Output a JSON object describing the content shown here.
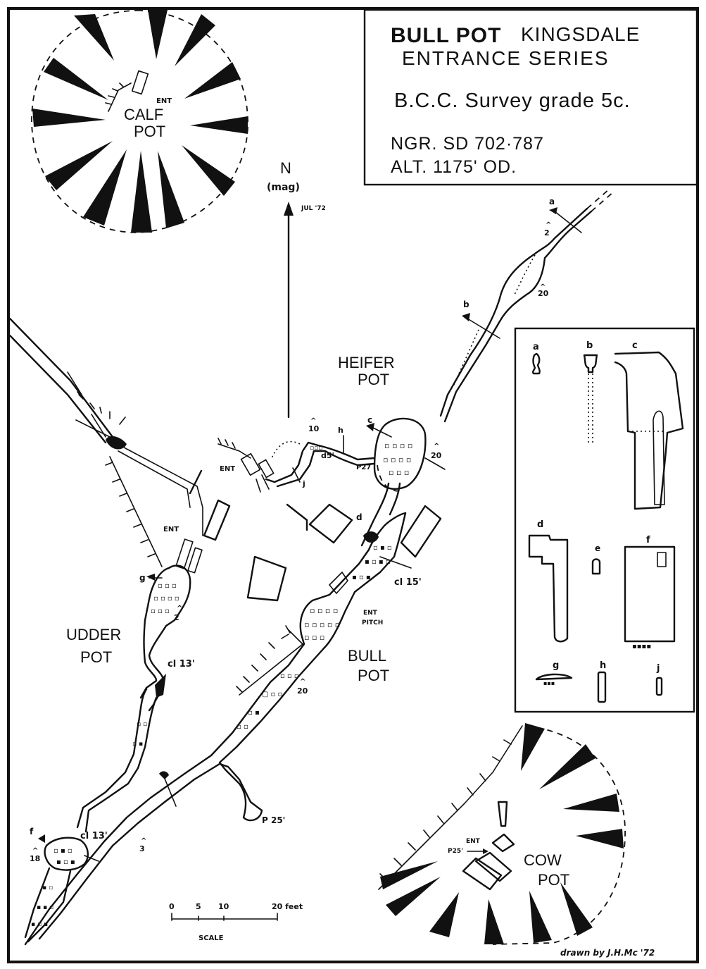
{
  "title": {
    "line1_bold": "BULL POT",
    "line1_rest": "KINGSDALE",
    "line2": "ENTRANCE SERIES",
    "survey": "B.C.C. Survey grade 5c.",
    "ngr": "NGR. SD 702·787",
    "alt": "ALT. 1175' OD."
  },
  "north": {
    "label": "N",
    "sub": "(mag)",
    "date": "JUL '72"
  },
  "pots": {
    "calf": [
      "CALF",
      "POT"
    ],
    "heifer": [
      "HEIFER",
      "POT"
    ],
    "udder": [
      "UDDER",
      "POT"
    ],
    "bull": [
      "BULL",
      "POT"
    ],
    "cow": [
      "COW",
      "POT"
    ]
  },
  "annotations": {
    "ent": "ENT",
    "ent_pitch": [
      "ENT",
      "PITCH"
    ],
    "p25_cow": "P25'",
    "p25": "P 25'",
    "p27": "P27",
    "d5": "d5'",
    "cl15": "cl 15'",
    "cl13a": "cl 13'",
    "cl13b": "cl 13'",
    "h20a": "20",
    "h20b": "20",
    "h20c": "20",
    "h10": "10",
    "h2a": "2",
    "h2b": "2",
    "h3": "3",
    "h18": "18",
    "caret": "^",
    "sec_a": "a",
    "sec_b": "b",
    "sec_c": "c",
    "sec_d": "d",
    "sec_f": "f",
    "sec_g": "g",
    "sec_h": "h",
    "sec_j": "j"
  },
  "sections_legend": [
    "a",
    "b",
    "c",
    "d",
    "e",
    "f",
    "g",
    "h",
    "j"
  ],
  "scale": {
    "ticks": [
      "0",
      "5",
      "10",
      "20 feet"
    ],
    "label": "SCALE"
  },
  "credit": "drawn by J.H.Mc '72"
}
